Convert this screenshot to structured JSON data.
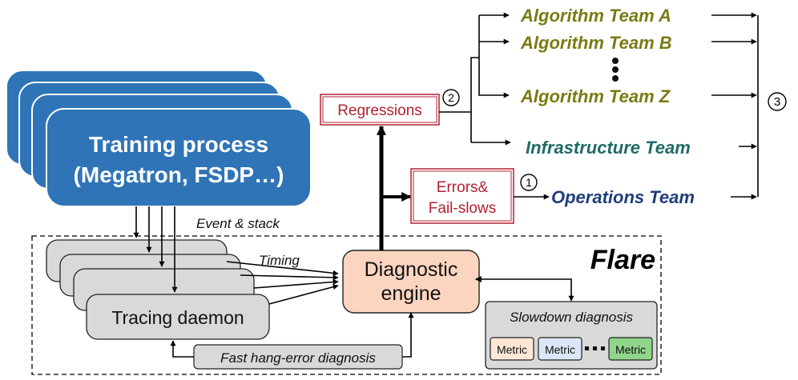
{
  "training": {
    "line1": "Training process",
    "line2": "(Megatron, FSDP…)"
  },
  "tracing": {
    "label": "Tracing daemon"
  },
  "engine": {
    "line1": "Diagnostic",
    "line2": "engine"
  },
  "flare": {
    "label": "Flare"
  },
  "labels": {
    "event_stack": "Event & stack",
    "timing": "Timing",
    "fast_hang": "Fast hang-error diagnosis"
  },
  "regressions": {
    "label": "Regressions"
  },
  "errors": {
    "line1": "Errors&",
    "line2": "Fail-slows"
  },
  "slowdown": {
    "title": "Slowdown diagnosis",
    "metric1": "Metric",
    "metric2": "Metric",
    "metric3": "Metric"
  },
  "teams": {
    "a": "Algorithm Team A",
    "b": "Algorithm Team B",
    "z": "Algorithm Team Z",
    "infra": "Infrastructure Team",
    "ops": "Operations Team"
  },
  "markers": {
    "one": "1",
    "two": "2",
    "three": "3"
  },
  "colors": {
    "training_blue": "#2f74b6",
    "gray_box": "#d9d9d9",
    "engine_fill": "#fbd5c0",
    "red": "#b22234",
    "algo_olive": "#7a7a13",
    "infra_teal": "#1f6b66",
    "ops_navy": "#1f3d7a",
    "metric_peach": "#fde8d6",
    "metric_blue": "#dbe7f6",
    "metric_green": "#8fd58a"
  }
}
